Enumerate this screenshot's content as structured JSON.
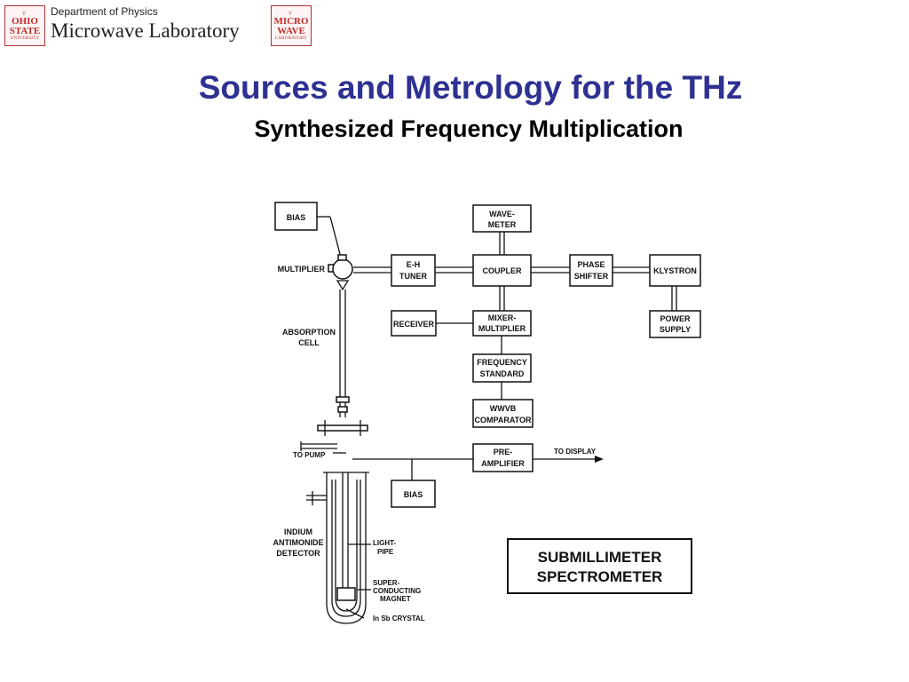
{
  "header": {
    "department": "Department of Physics",
    "lab": "Microwave Laboratory",
    "seal_left": [
      "T",
      "OHIO",
      "STATE",
      "UNIVERSITY"
    ],
    "seal_right": [
      "T",
      "MICRO",
      "WAVE",
      "LABORATORY"
    ]
  },
  "slide": {
    "title": "Sources and Metrology for the THz",
    "subtitle": "Synthesized Frequency Multiplication"
  },
  "diagram": {
    "bias_top": "BIAS",
    "multiplier": "MULTIPLIER",
    "eh_tuner": [
      "E-H",
      "TUNER"
    ],
    "wavemeter": [
      "WAVE-",
      "METER"
    ],
    "coupler": "COUPLER",
    "phase_shifter": [
      "PHASE",
      "SHIFTER"
    ],
    "klystron": "KLYSTRON",
    "receiver": "RECEIVER",
    "mixer_multiplier": [
      "MIXER-",
      "MULTIPLIER"
    ],
    "power_supply": [
      "POWER",
      "SUPPLY"
    ],
    "frequency_standard": [
      "FREQUENCY",
      "STANDARD"
    ],
    "wwvb_comparator": [
      "WWVB",
      "COMPARATOR"
    ],
    "absorption_cell": [
      "ABSORPTION",
      "CELL"
    ],
    "to_pump": "TO PUMP",
    "preamplifier": [
      "PRE-",
      "AMPLIFIER"
    ],
    "to_display": "TO DISPLAY",
    "bias_bottom": "BIAS",
    "detector": [
      "INDIUM",
      "ANTIMONIDE",
      "DETECTOR"
    ],
    "light_pipe": [
      "LIGHT-",
      "PIPE"
    ],
    "magnet": [
      "SUPER-",
      "CONDUCTING",
      "MAGNET"
    ],
    "crystal": "In Sb CRYSTAL",
    "caption": [
      "SUBMILLIMETER",
      "SPECTROMETER"
    ]
  }
}
